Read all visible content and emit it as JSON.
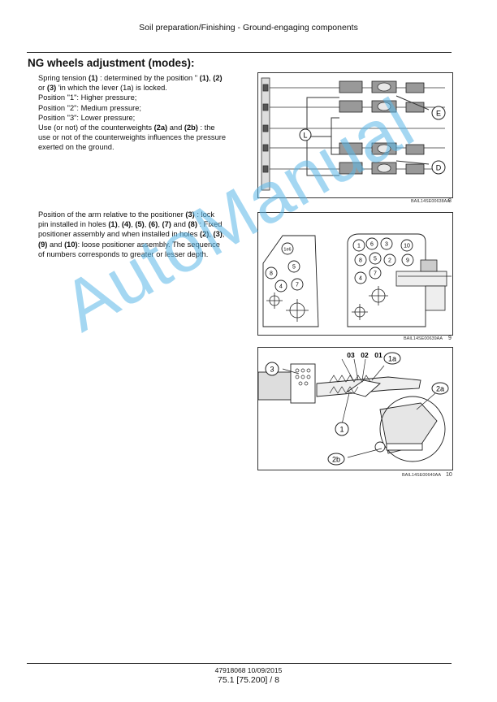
{
  "header": {
    "title": "Soil preparation/Finishing - Ground-engaging components"
  },
  "section": {
    "title": "NG wheels adjustment (modes):"
  },
  "para1": {
    "lines": [
      [
        {
          "t": "Spring tension "
        },
        {
          "t": "(1)",
          "b": true
        },
        {
          "t": " : determined by the position \" "
        },
        {
          "t": "(1)",
          "b": true
        },
        {
          "t": ", "
        },
        {
          "t": "(2)",
          "b": true
        }
      ],
      [
        {
          "t": "or "
        },
        {
          "t": "(3)",
          "b": true
        },
        {
          "t": " 'in which the lever (1a) is locked."
        }
      ],
      [
        {
          "t": "Position \"1\":  Higher pressure;"
        }
      ],
      [
        {
          "t": "Position \"2\":  Medium pressure;"
        }
      ],
      [
        {
          "t": "Position \"3\":  Lower pressure;"
        }
      ],
      [
        {
          "t": "Use (or not) of the counterweights "
        },
        {
          "t": "(2a)",
          "b": true
        },
        {
          "t": " and "
        },
        {
          "t": "(2b)",
          "b": true
        },
        {
          "t": " : the"
        }
      ],
      [
        {
          "t": "use or not of the counterweights influences the pressure"
        }
      ],
      [
        {
          "t": "exerted on the ground."
        }
      ]
    ]
  },
  "para2": {
    "lines": [
      [
        {
          "t": "Position of the arm relative to the positioner "
        },
        {
          "t": "(3)",
          "b": true
        },
        {
          "t": " : lock"
        }
      ],
      [
        {
          "t": "pin installed in holes "
        },
        {
          "t": "(1)",
          "b": true
        },
        {
          "t": ", "
        },
        {
          "t": "(4)",
          "b": true
        },
        {
          "t": ", "
        },
        {
          "t": "(5)",
          "b": true
        },
        {
          "t": ", "
        },
        {
          "t": "(6)",
          "b": true
        },
        {
          "t": ", "
        },
        {
          "t": "(7)",
          "b": true
        },
        {
          "t": " and "
        },
        {
          "t": "(8)",
          "b": true
        },
        {
          "t": " : Fixed"
        }
      ],
      [
        {
          "t": "positioner assembly and when installed in holes "
        },
        {
          "t": "(2)",
          "b": true
        },
        {
          "t": ", "
        },
        {
          "t": "(3)",
          "b": true
        },
        {
          "t": ","
        }
      ],
      [
        {
          "t": "(9)",
          "b": true
        },
        {
          "t": " and "
        },
        {
          "t": "(10)",
          "b": true
        },
        {
          "t": ": loose positioner assembly. The sequence"
        }
      ],
      [
        {
          "t": "of numbers corresponds to greater or lesser depth."
        }
      ]
    ]
  },
  "figures": [
    {
      "id": "fig8",
      "code": "BAIL14SE00638AA",
      "number": "8",
      "callouts": {
        "e": "E",
        "l": "L",
        "d": "D"
      }
    },
    {
      "id": "fig9",
      "code": "BAIL14SE00639AA",
      "number": "9",
      "left_plate": [
        "1e6",
        "5",
        "8",
        "4",
        "7"
      ],
      "right_plate": [
        "6",
        "3",
        "1",
        "10",
        "5",
        "2",
        "9",
        "8",
        "7",
        "4"
      ]
    },
    {
      "id": "fig10",
      "code": "BAIL14SE00640AA",
      "number": "10",
      "callouts": {
        "c3": "3",
        "c1": "1",
        "c1a": "1a",
        "c2a": "2a",
        "c2b": "2b"
      },
      "positions": [
        "03",
        "02",
        "01"
      ]
    }
  ],
  "watermark": "AutoManual",
  "footer": {
    "doc": "47918068 10/09/2015",
    "page": "75.1 [75.200] / 8"
  }
}
